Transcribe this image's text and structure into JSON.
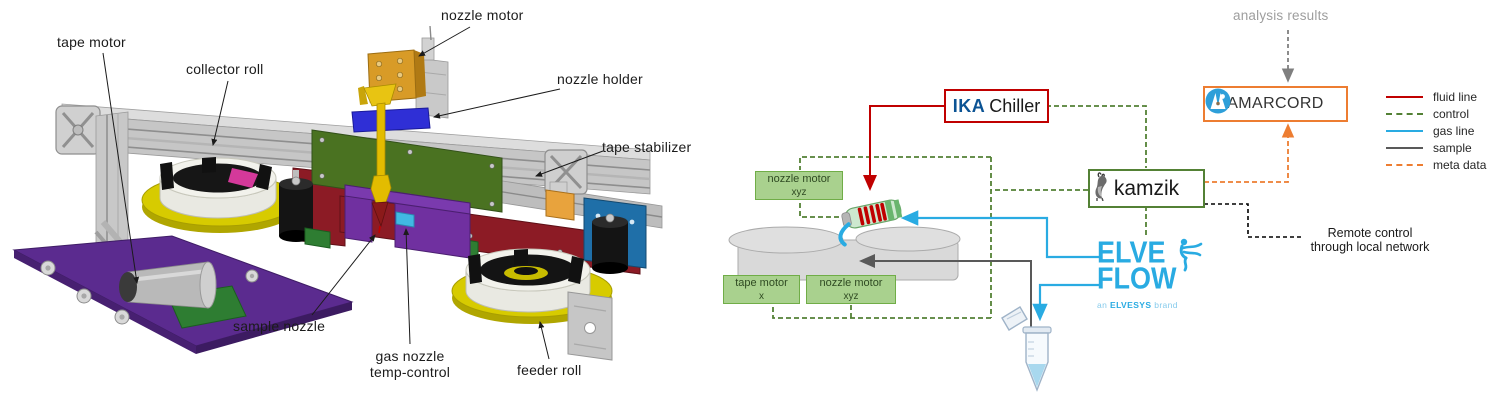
{
  "left_panel": {
    "labels": {
      "tape_motor": "tape motor",
      "collector_roll": "collector roll",
      "nozzle_motor": "nozzle motor",
      "nozzle_holder": "nozzle holder",
      "tape_stabilizer": "tape stabilizer",
      "sample_nozzle": "sample nozzle",
      "gas_nozzle_line1": "gas nozzle",
      "gas_nozzle_line2": "temp-control",
      "feeder_roll": "feeder roll"
    }
  },
  "right_panel": {
    "analysis_results_label": "analysis results",
    "ika_box": {
      "brand": "IKA",
      "product": "Chiller",
      "border_color": "#C00000",
      "brand_color": "#0B5394"
    },
    "amarcord_box": {
      "label": "AMARCORD",
      "border_color": "#ED7D31",
      "logo_color": "#2E9FD9"
    },
    "kamzik_box": {
      "label": "kamzik",
      "border_color": "#538135"
    },
    "motor_boxes": {
      "fill_color": "#A9D18E",
      "border_color": "#70AD47",
      "nozzle_motor_top": {
        "line1": "nozzle motor",
        "line2": "xyz"
      },
      "tape_motor": {
        "line1": "tape motor",
        "line2": "x"
      },
      "nozzle_motor_bottom": {
        "line1": "nozzle motor",
        "line2": "xyz"
      }
    },
    "elveflow_logo": {
      "line1": "ELVE",
      "line2": "FLOW",
      "tagline_an": "an",
      "tagline_brand": "ELVESYS",
      "tagline_end": "brand",
      "color": "#29ABE2"
    },
    "remote_note_line1": "Remote control",
    "remote_note_line2": "through local network",
    "legend": {
      "items": [
        {
          "label": "fluid line",
          "color": "#C00000",
          "style": "solid"
        },
        {
          "label": "control",
          "color": "#538135",
          "style": "dashed"
        },
        {
          "label": "gas line",
          "color": "#29ABE2",
          "style": "solid"
        },
        {
          "label": "sample",
          "color": "#595959",
          "style": "solid"
        },
        {
          "label": "meta data",
          "color": "#ED7D31",
          "style": "dashed"
        }
      ]
    }
  }
}
